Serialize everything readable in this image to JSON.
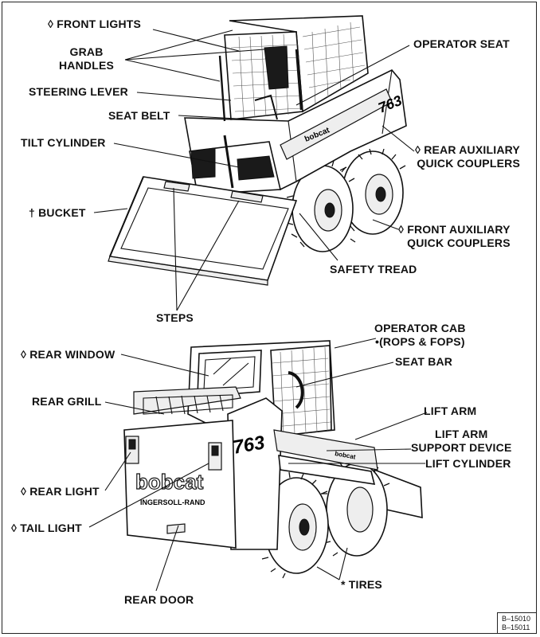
{
  "labels": {
    "front_lights": "◊ FRONT LIGHTS",
    "grab_handles": "GRAB\nHANDLES",
    "steering_lever": "STEERING LEVER",
    "seat_belt": "SEAT BELT",
    "tilt_cylinder": "TILT CYLINDER",
    "bucket": "† BUCKET",
    "steps": "STEPS",
    "operator_seat": "OPERATOR SEAT",
    "rear_aux_couplers": "◊ REAR AUXILIARY\nQUICK COUPLERS",
    "front_aux_couplers": "◊ FRONT AUXILIARY\nQUICK COUPLERS",
    "safety_tread": "SAFETY TREAD",
    "rear_window": "◊ REAR WINDOW",
    "rear_grill": "REAR GRILL",
    "rear_light": "◊ REAR LIGHT",
    "tail_light": "◊ TAIL LIGHT",
    "rear_door": "REAR DOOR",
    "operator_cab": "OPERATOR CAB\n•(ROPS & FOPS)",
    "seat_bar": "SEAT BAR",
    "lift_arm": "LIFT ARM",
    "lift_arm_support": "LIFT ARM\nSUPPORT DEVICE",
    "lift_cylinder": "LIFT CYLINDER",
    "tires": "* TIRES"
  },
  "decals": {
    "model": "763",
    "brand": "bobcat",
    "maker": "INGERSOLL-RAND"
  },
  "ref_codes": [
    "B–15010",
    "B–15011"
  ]
}
